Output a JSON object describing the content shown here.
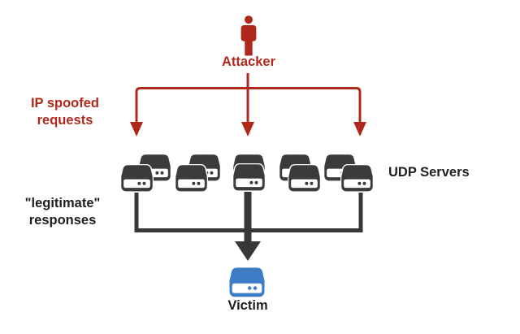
{
  "diagram": {
    "attacker_label": "Attacker",
    "attack_label": {
      "line1": "IP spoofed",
      "line2": "requests"
    },
    "servers_label": "UDP Servers",
    "response_label": {
      "line1": "\"legitimate\"",
      "line2": "responses"
    },
    "victim_label": "Victim",
    "icons": {
      "attacker": "person-icon",
      "udp_server": "server-drive-icon",
      "victim": "server-drive-icon"
    },
    "colors": {
      "attack_red": "#B0281C",
      "server_dark": "#3B3B3D",
      "arrow_dark": "#373737",
      "victim_blue": "#3C7DC6",
      "label_dark": "#1E1E1E",
      "background": "#FFFFFF"
    }
  }
}
